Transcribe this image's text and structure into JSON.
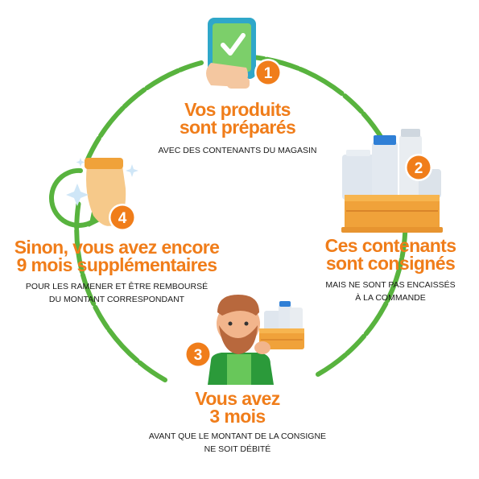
{
  "steps": [
    {
      "number": "1",
      "title_lines": [
        "Vos produits",
        "sont préparés"
      ],
      "subtitle_lines": [
        "AVEC DES CONTENANTS DU MAGASIN"
      ],
      "icon": "smartphone-check-icon"
    },
    {
      "number": "2",
      "title_lines": [
        "Ces contenants",
        "sont consignés"
      ],
      "subtitle_lines": [
        "MAIS NE SONT PAS ENCAISSÉS",
        "À LA COMMANDE"
      ],
      "icon": "crate-containers-icon"
    },
    {
      "number": "3",
      "title_lines": [
        "Vous avez",
        "3 mois"
      ],
      "subtitle_lines": [
        "AVANT QUE LE MONTANT DE LA CONSIGNE",
        "NE SOIT DÉBITÉ"
      ],
      "icon": "customer-with-crate-icon"
    },
    {
      "number": "4",
      "title_lines": [
        "Sinon, vous avez encore",
        "9 mois supplémentaires"
      ],
      "subtitle_lines": [
        "POUR LES RAMENER ET ÊTRE REMBOURSÉ",
        "DU MONTANT CORRESPONDANT"
      ],
      "icon": "jar-refund-icon"
    }
  ],
  "colors": {
    "title": "#f07d1a",
    "badge": "#f07d1a",
    "cycle_ring": "#58b33e",
    "text": "#1a1a1a"
  }
}
